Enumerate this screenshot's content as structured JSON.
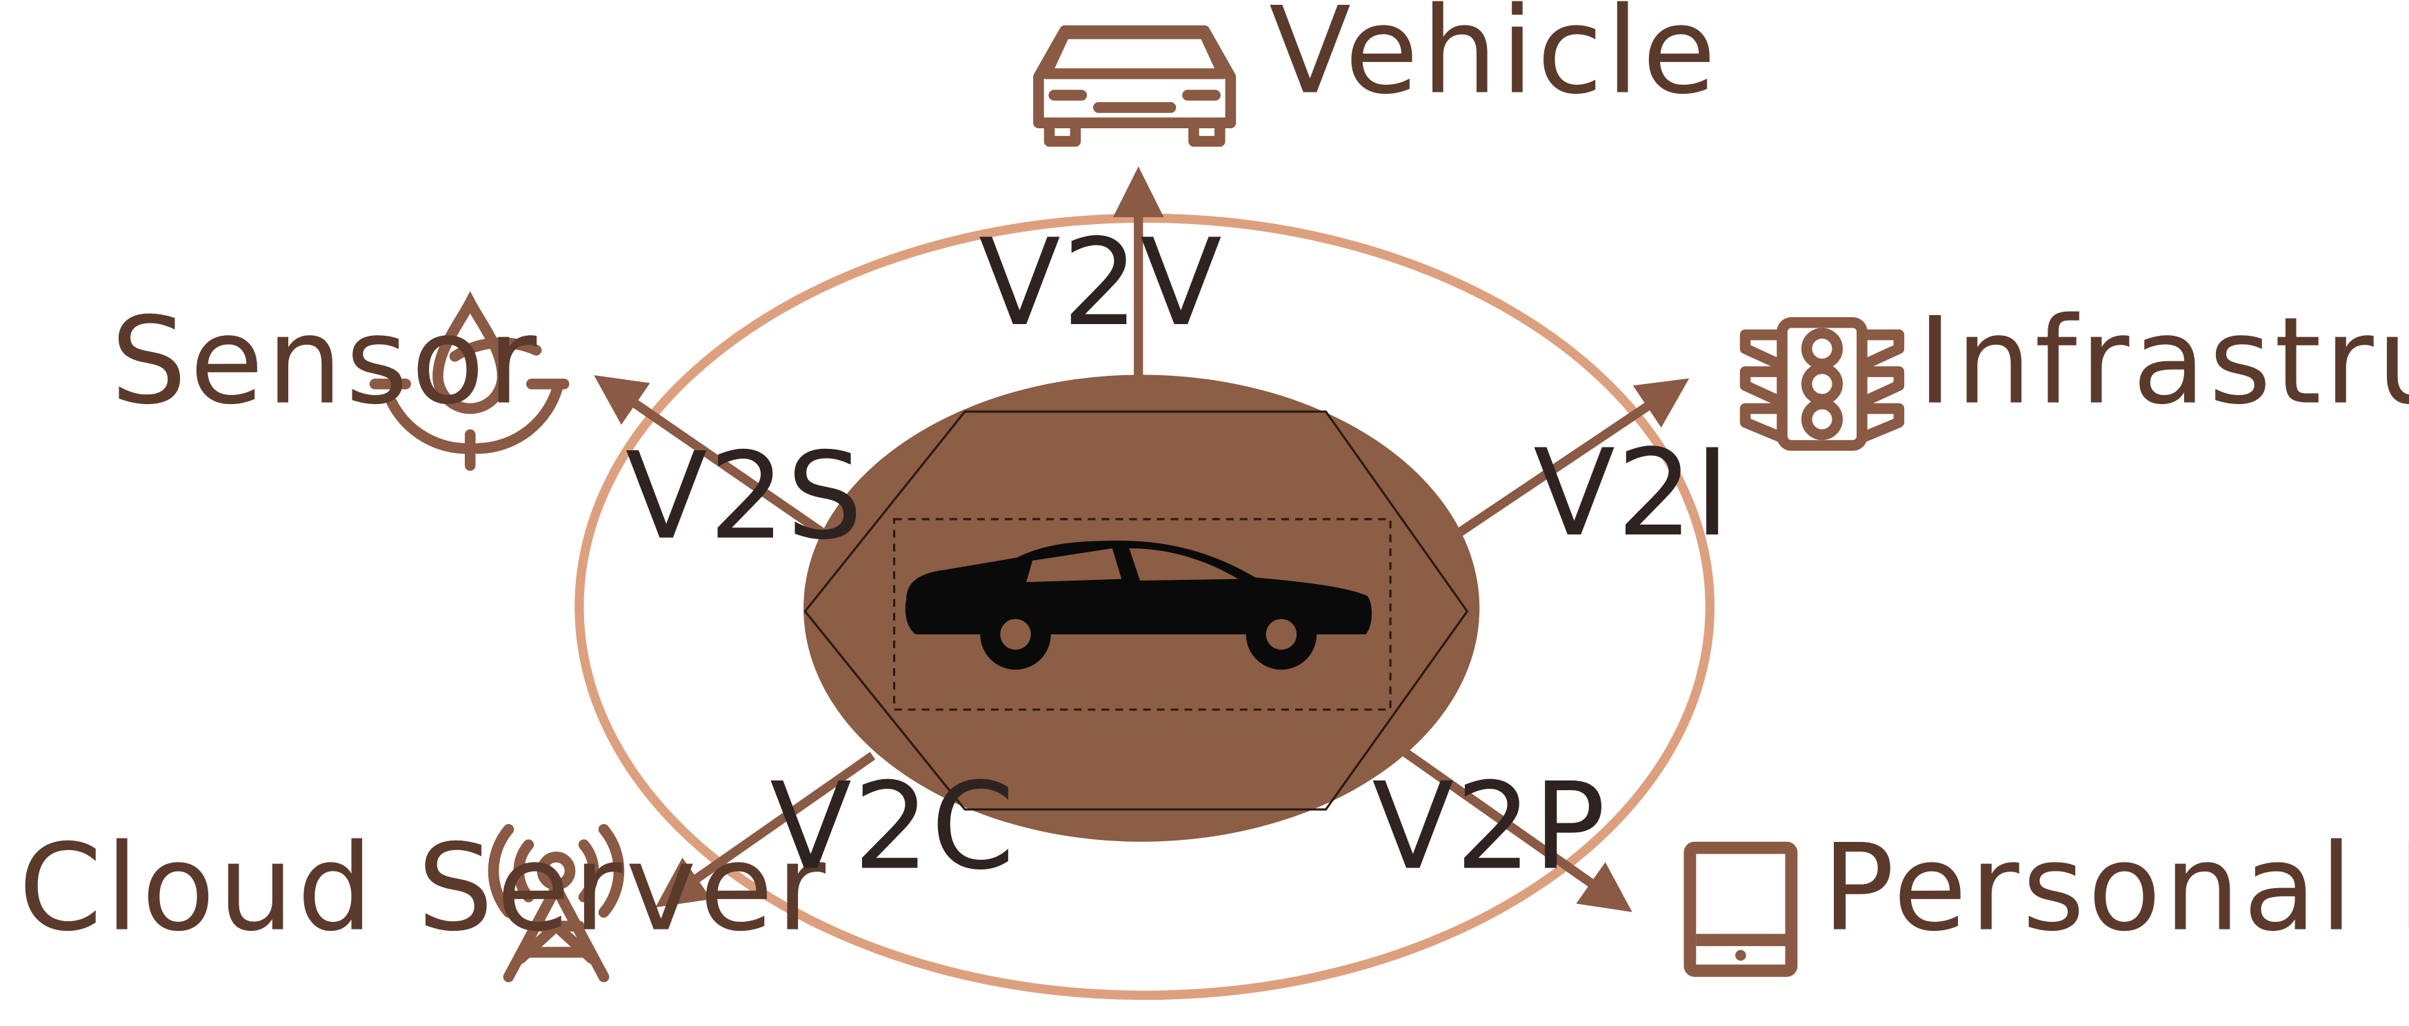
{
  "colors": {
    "primary": "#8A5A44",
    "ring": "#DDA07F",
    "hub": "#8B5E45",
    "label_text": "#5B3A2C",
    "link_text": "#2E2320",
    "car": "#0A0A0A",
    "background": "#FFFFFF"
  },
  "hub": {
    "icon": "car-silhouette-icon"
  },
  "nodes": {
    "vehicle": {
      "label": "Vehicle",
      "icon": "car-front-icon"
    },
    "sensor": {
      "label": "Sensor",
      "icon": "sensor-drop-icon"
    },
    "infrastructure": {
      "label": "Infrastructure",
      "icon": "traffic-light-icon"
    },
    "cloud_server": {
      "label": "Cloud Server",
      "icon": "radio-tower-icon"
    },
    "personal_device": {
      "label": "Personal Device",
      "icon": "tablet-icon"
    }
  },
  "links": {
    "v2v": {
      "label": "V2V"
    },
    "v2s": {
      "label": "V2S"
    },
    "v2i": {
      "label": "V2I"
    },
    "v2c": {
      "label": "V2C"
    },
    "v2p": {
      "label": "V2P"
    }
  }
}
